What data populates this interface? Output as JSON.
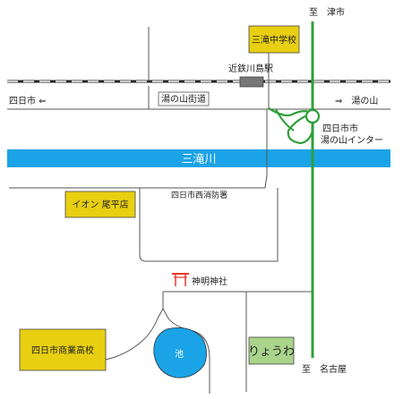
{
  "directions": {
    "north": "至　津市",
    "south": "至　名古屋",
    "west": "四日市 ⇐",
    "east": "⇒　湯の山"
  },
  "station": "近鉄川島駅",
  "road_name": "湯の山街道",
  "river": "三滝川",
  "interchange": [
    "四日市市",
    "湯の山インター"
  ],
  "fire_station": "四日市西消防署",
  "shrine": "神明神社",
  "pond": "池",
  "boxes": {
    "junior_high": "三滝中学校",
    "aeon": "イオン 尾平店",
    "high_school": "四日市商業高校",
    "ryouwa": "りょうわ"
  },
  "colors": {
    "yellow_box": "#e8cf12",
    "green_box": "#a9d48a",
    "highway": "#2e9e3a",
    "water": "#1aa3e6",
    "shrine": "#e53b2c",
    "road": "#555555"
  }
}
